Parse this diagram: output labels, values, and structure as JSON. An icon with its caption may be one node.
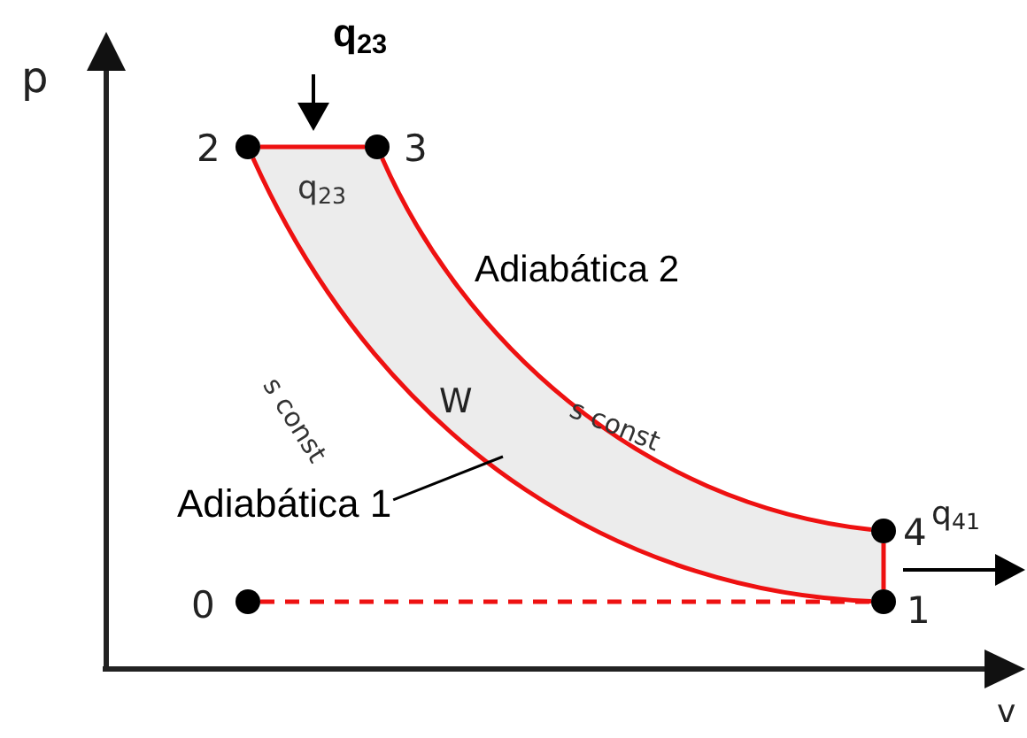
{
  "diagram": {
    "nodes": [
      {
        "text": [],
        "shape": "circle",
        "beside": [
          "0"
        ]
      },
      {
        "text": [],
        "shape": "circle",
        "beside": [
          "1"
        ]
      },
      {
        "text": [],
        "shape": "circle",
        "beside": [
          "2"
        ]
      },
      {
        "text": [],
        "shape": "circle",
        "beside": [
          "3"
        ]
      },
      {
        "text": [],
        "shape": "circle",
        "beside": [
          "4"
        ]
      },
      {
        "text": [
          "Adiabática 1"
        ]
      }
    ],
    "edges": [
      {
        "from": 2,
        "to": 3,
        "arrow": "none"
      },
      {
        "from": 3,
        "to": 4,
        "arrow": "none"
      },
      {
        "from": 4,
        "to": 1,
        "arrow": "none"
      },
      {
        "from": 1,
        "to": 2,
        "arrow": "none"
      },
      {
        "from": 0,
        "to": 1,
        "arrow": "none",
        "style": "dashed"
      },
      {
        "from": 5,
        "to": null,
        "arrow": "none",
        "color": "#000000"
      }
    ],
    "labels": [
      "p",
      "q$_{23}$",
      "q$_{23}$",
      "Adiabática 2",
      "s const",
      "W",
      "s const",
      "q$_{41}$",
      "v"
    ]
  }
}
